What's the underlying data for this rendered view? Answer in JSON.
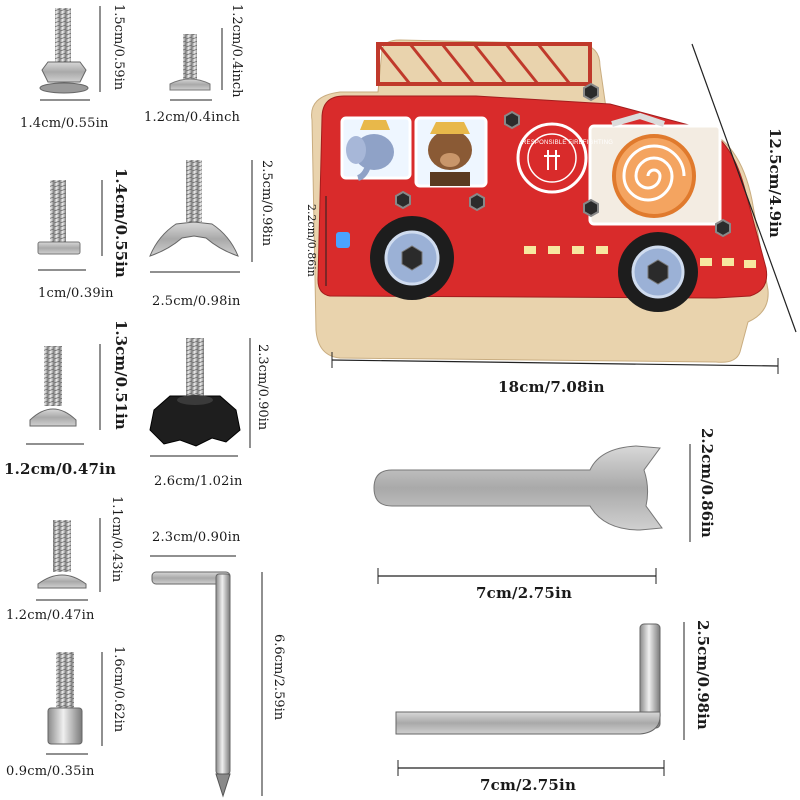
{
  "screws": {
    "s1": {
      "height": "1.5cm/0.59in",
      "width": "1.4cm/0.55in"
    },
    "s2": {
      "height": "1.2cm/0.4inch",
      "width": "1.2cm/0.4inch"
    },
    "s3": {
      "height": "1.4cm/0.55in",
      "width": "1cm/0.39in"
    },
    "s4": {
      "height": "2.5cm/0.98in",
      "width": "2.5cm/0.98in"
    },
    "s5": {
      "height": "1.3cm/0.51in",
      "width": "1.2cm/0.47in"
    },
    "s6": {
      "height": "2.3cm/0.90in",
      "width": "2.6cm/1.02in"
    },
    "s7": {
      "height": "1.1cm/0.43in",
      "width": "1.2cm/0.47in"
    },
    "s8": {
      "height": "1.6cm/0.62in",
      "width": "0.9cm/0.35in"
    }
  },
  "screwdriver": {
    "width": "2.3cm/0.90in",
    "height": "6.6cm/2.59in"
  },
  "board": {
    "width": "18cm/7.08in",
    "height": "12.5cm/4.9in",
    "thickness": "2.2cm/0.86in",
    "badge_text": "RESPONSIBLE FIREFIGHTING"
  },
  "wrench": {
    "width": "7cm/2.75in",
    "height": "2.2cm/0.86in"
  },
  "hex_key": {
    "width": "7cm/2.75in",
    "height": "2.5cm/0.98in"
  },
  "colors": {
    "truck_red": "#d92b2b",
    "wood": "#e9d3ad",
    "metal": "#b9b9b9"
  }
}
